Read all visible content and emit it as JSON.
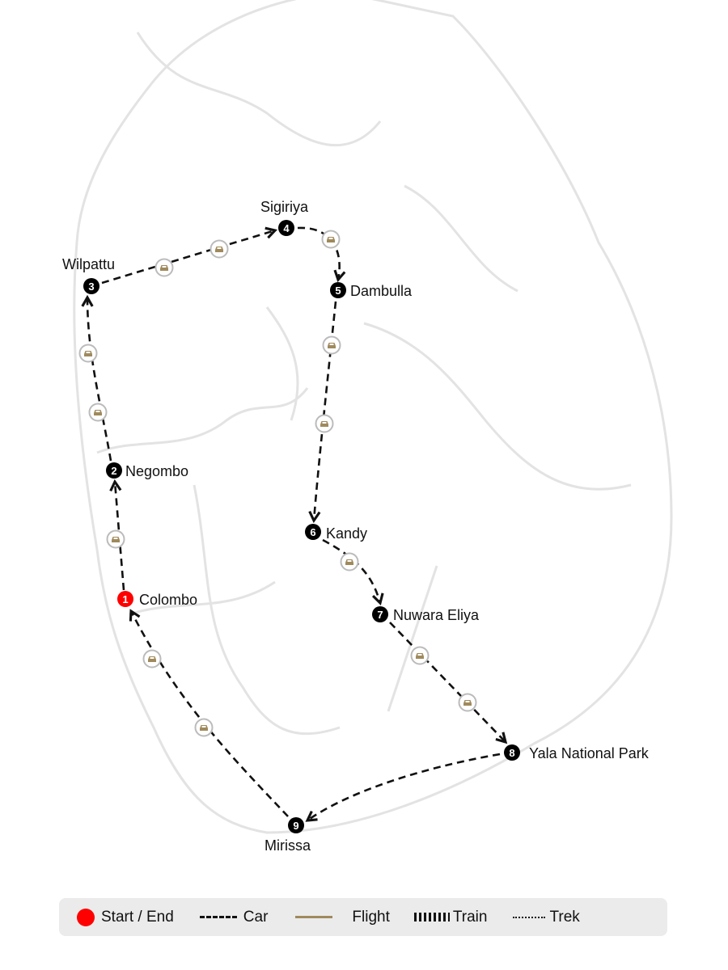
{
  "stops": [
    {
      "number": "1",
      "name": "Colombo",
      "type": "start-end"
    },
    {
      "number": "2",
      "name": "Negombo"
    },
    {
      "number": "3",
      "name": "Wilpattu"
    },
    {
      "number": "4",
      "name": "Sigiriya"
    },
    {
      "number": "5",
      "name": "Dambulla"
    },
    {
      "number": "6",
      "name": "Kandy"
    },
    {
      "number": "7",
      "name": "Nuwara Eliya"
    },
    {
      "number": "8",
      "name": "Yala National Park"
    },
    {
      "number": "9",
      "name": "Mirissa"
    }
  ],
  "legend": {
    "start_end": "Start / End",
    "car": "Car",
    "flight": "Flight",
    "train": "Train",
    "trek": "Trek"
  },
  "colors": {
    "start": "#ff0000",
    "stop": "#000000",
    "flight": "#a08a5c",
    "car_icon": "#a08a5c",
    "land_outline": "#e2e2e2"
  }
}
